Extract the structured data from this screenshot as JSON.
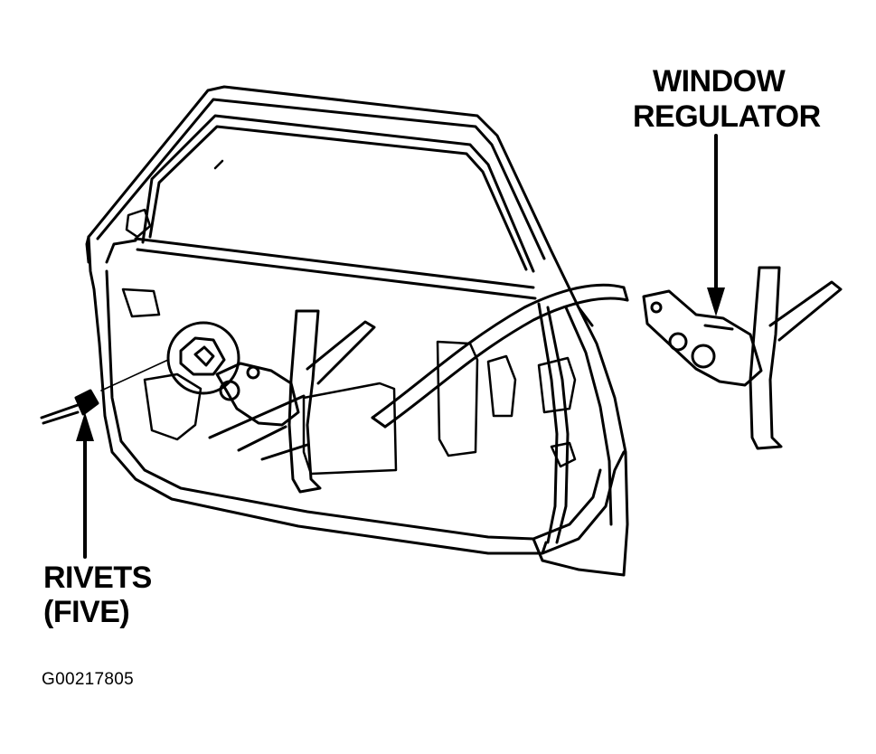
{
  "labels": {
    "window_regulator_line1": "WINDOW",
    "window_regulator_line2": "REGULATOR",
    "rivets_line1": "RIVETS",
    "rivets_line2": "(FIVE)",
    "figure_code": "G00217805"
  },
  "colors": {
    "ink": "#000000",
    "paper": "#ffffff"
  }
}
